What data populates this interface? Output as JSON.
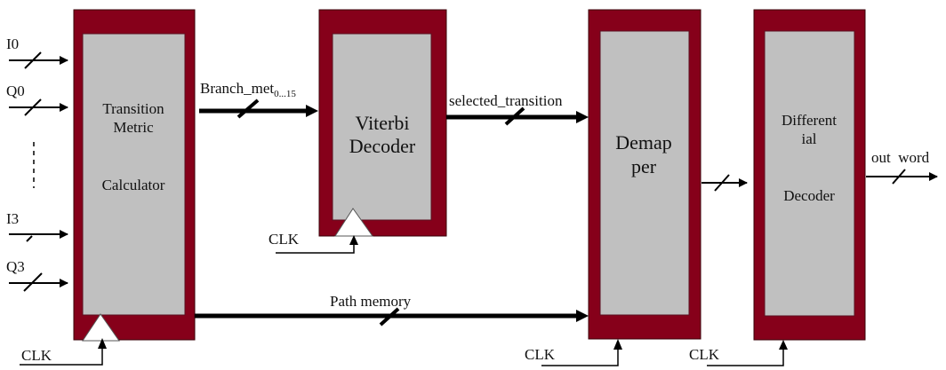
{
  "diagram": {
    "title": "Viterbi decoder datapath block diagram",
    "colors": {
      "block_frame": "#86001a",
      "block_body": "#c0c0c0",
      "wire": "#000000",
      "background": "#ffffff"
    },
    "inputs": [
      {
        "label": "I0"
      },
      {
        "label": "Q0"
      },
      {
        "label": "I3"
      },
      {
        "label": "Q3"
      }
    ],
    "blocks": {
      "tmc": {
        "line1": "Transition",
        "line2": "Metric",
        "line3": "Calculator"
      },
      "viterbi": {
        "line1": "Viterbi",
        "line2": "Decoder"
      },
      "demapper": {
        "line1": "Demap",
        "line2": "per"
      },
      "differential": {
        "line1": "Different",
        "line2": "ial",
        "line3": "Decoder"
      }
    },
    "signals": {
      "branch_met": "Branch_met",
      "branch_met_sub": "0...15",
      "selected_transition": "selected_transition",
      "path_memory": "Path memory",
      "out_word": "out  word"
    },
    "clock_label": "CLK",
    "icons": {
      "clock_edge": "triangle-clock-input-icon",
      "bus": "bus-slash-icon",
      "arrow": "arrowhead-icon"
    }
  }
}
